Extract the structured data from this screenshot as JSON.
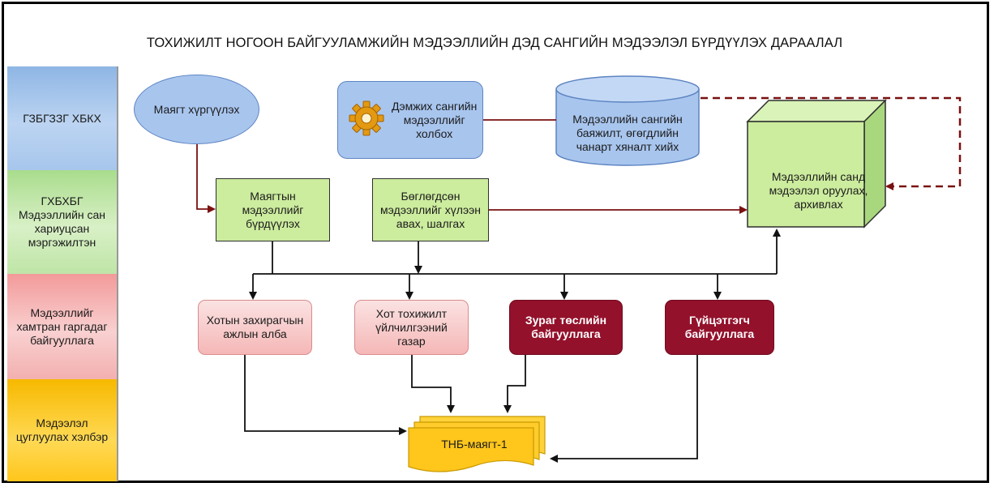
{
  "title": "ТОХИЖИЛТ НОГООН БАЙГУУЛАМЖИЙН МЭДЭЭЛЛИЙН ДЭД САНГИЙН МЭДЭЭЛЭЛ БҮРДҮҮЛЭХ ДАРААЛАЛ",
  "lanes": [
    {
      "label": "ГЗБГЗЗГ ХБКХ",
      "color": "#8eb6e4"
    },
    {
      "label": "ГХБХБГ\nМэдээллийн сан\nхариуцсан\nмэргэжилтэн",
      "color": "#a9dc8c"
    },
    {
      "label": "Мэдээллийг\nхамтран гаргадаг\nбайгууллага",
      "color": "#f39a9a"
    },
    {
      "label": "Мэдээлэл\nцуглуулах хэлбэр",
      "color": "#f7b900"
    }
  ],
  "nodes": {
    "send_form": "Маягт хүргүүлэх",
    "link_data": "Дэмжих сангийн\nмэдээллийг\nхолбох",
    "db_check": "Мэдээллийн сангийн\nбаяжилт, өгөгдлийн\nчанарт хяналт хийх",
    "form_data": "Маягтын\nмэдээллийг\nбүрдүүлэх",
    "receive_check": "Бөглөгдсөн\nмэдээллийг хүлээн\nавах, шалгах",
    "archive": "Мэдээллийн санд\nмэдээлэл оруулах,\nархивлах",
    "org_city": "Хотын захирагчын\nажлын алба",
    "org_service": "Хот тохижилт\nүйлчилгээний\nгазар",
    "org_image": "Зураг төслийн\nбайгууллага",
    "org_contractor": "Гүйцэтгэгч\nбайгууллага",
    "doc": "ТНБ-маягт-1"
  },
  "colors": {
    "blue_node": "#a8c5ee",
    "green_node": "#ccec9e",
    "pink_node": "#f5b7b7",
    "maroon_node": "#93112b",
    "doc_fill": "#ffc61c",
    "link_line": "#7a1010"
  },
  "icons": [
    "gear-icon"
  ]
}
